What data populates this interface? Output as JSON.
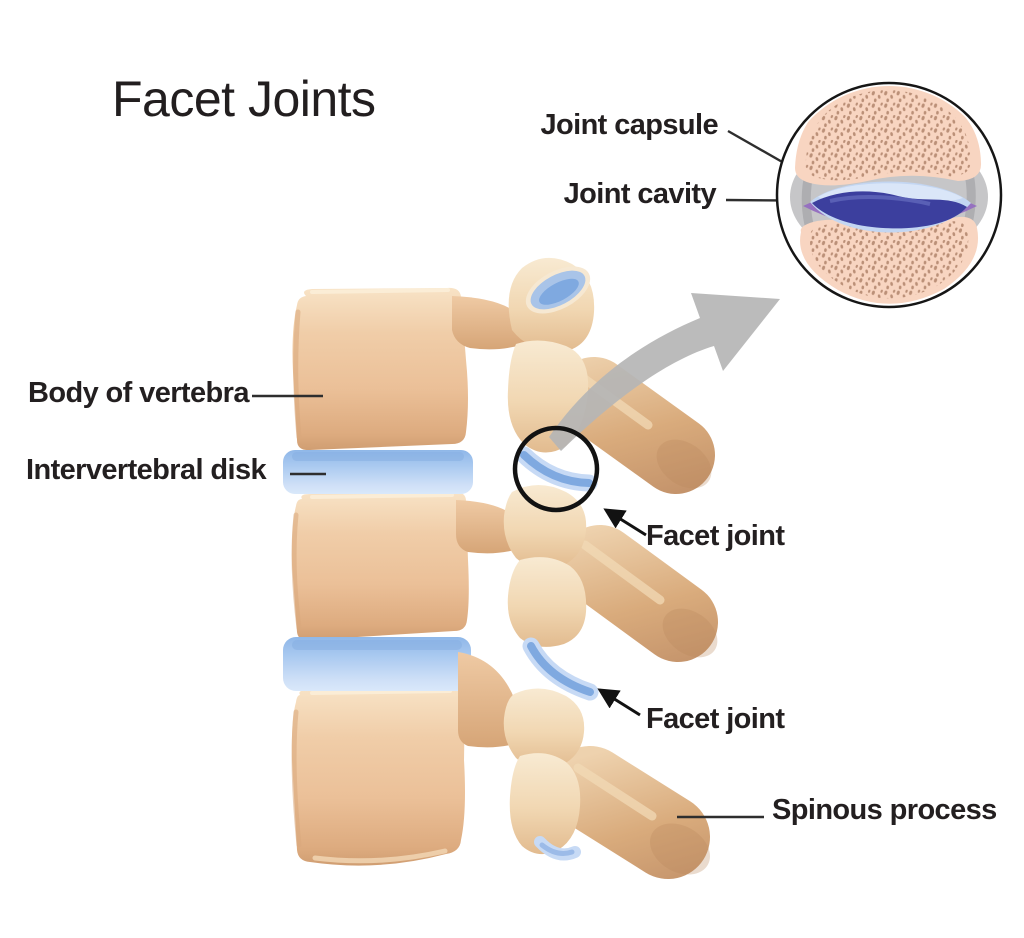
{
  "title": "Facet Joints",
  "labels": {
    "joint_capsule": "Joint capsule",
    "joint_cavity": "Joint cavity",
    "body_of_vertebra": "Body of vertebra",
    "intervertebral_disk": "Intervertebral disk",
    "facet_joint_upper": "Facet joint",
    "facet_joint_lower": "Facet joint",
    "spinous_process": "Spinous process"
  },
  "colors": {
    "background": "#ffffff",
    "text": "#231f20",
    "leader_line": "#2e2e2e",
    "bone_peach": "#eec5a0",
    "bone_highlight": "#f8e3c6",
    "bone_shadow": "#d2a173",
    "process_tan": "#d9ab7c",
    "disk_blue": "#a9c9f0",
    "cartilage_blue": "#7fa9e0",
    "cartilage_light": "#c7daf5",
    "magnifier_arrow_gray": "#b5b5b5",
    "highlight_ring": "#121212",
    "inset_bone_pink": "#f8d5c1",
    "inset_speckle": "#bb9078",
    "joint_capsule_gray": "#c6c6c8",
    "joint_cavity_navy": "#3c3f9e",
    "joint_cavity_purple": "#9671c0"
  }
}
